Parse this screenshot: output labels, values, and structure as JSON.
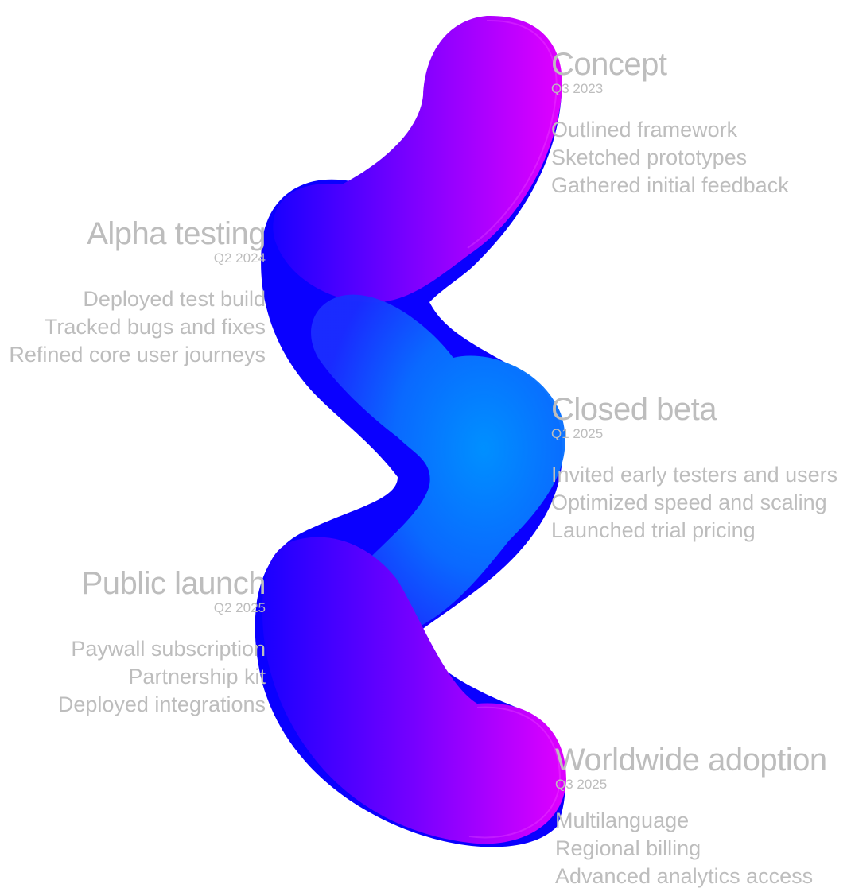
{
  "colors": {
    "text": "#bdbdbd",
    "ribbon_magenta": "#dd00ff",
    "ribbon_violet": "#7a00ff",
    "ribbon_blue": "#1600ff",
    "ribbon_cyan": "#0095ff",
    "ribbon_shadow": "#0a00ff"
  },
  "milestones": [
    {
      "title": "Concept",
      "date": "Q3 2023",
      "items": [
        "Outlined framework",
        "Sketched prototypes",
        "Gathered initial feedback"
      ]
    },
    {
      "title": "Alpha testing",
      "date": "Q2 2024",
      "items": [
        "Deployed test build",
        "Tracked bugs and fixes",
        "Refined core user journeys"
      ]
    },
    {
      "title": "Closed beta",
      "date": "Q1 2025",
      "items": [
        "Invited early testers and users",
        "Optimized speed and scaling",
        "Launched trial pricing"
      ]
    },
    {
      "title": "Public launch",
      "date": "Q2 2025",
      "items": [
        "Paywall subscription",
        "Partnership kit",
        "Deployed integrations"
      ]
    },
    {
      "title": "Worldwide adoption",
      "date": "Q3 2025",
      "items": [
        "Multilanguage",
        "Regional billing",
        "Advanced analytics access"
      ]
    }
  ]
}
